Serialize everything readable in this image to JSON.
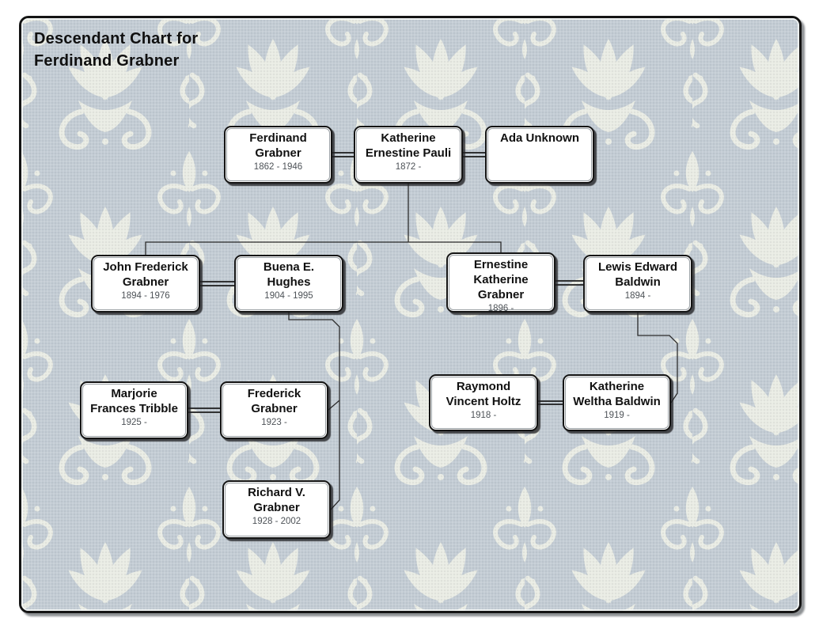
{
  "title": {
    "line1": "Descendant Chart for",
    "line2": "Ferdinand Grabner"
  },
  "persons": [
    {
      "id": "ferdinand-grabner",
      "name": "Ferdinand\nGrabner",
      "dates": "1862 - 1946"
    },
    {
      "id": "katherine-ernestine-pauli",
      "name": "Katherine\nErnestine Pauli",
      "dates": "1872 -"
    },
    {
      "id": "ada-unknown",
      "name": "Ada Unknown",
      "dates": ""
    },
    {
      "id": "john-frederick-grabner",
      "name": "John Frederick\nGrabner",
      "dates": "1894 - 1976"
    },
    {
      "id": "buena-e-hughes",
      "name": "Buena E.\nHughes",
      "dates": "1904 - 1995"
    },
    {
      "id": "ernestine-katherine-grabner",
      "name": "Ernestine\nKatherine\nGrabner",
      "dates": "1896 -"
    },
    {
      "id": "lewis-edward-baldwin",
      "name": "Lewis Edward\nBaldwin",
      "dates": "1894 -"
    },
    {
      "id": "marjorie-frances-tribble",
      "name": "Marjorie\nFrances Tribble",
      "dates": "1925 -"
    },
    {
      "id": "frederick-grabner",
      "name": "Frederick\nGrabner",
      "dates": "1923 -"
    },
    {
      "id": "raymond-vincent-holtz",
      "name": "Raymond\nVincent Holtz",
      "dates": "1918 -"
    },
    {
      "id": "katherine-weltha-baldwin",
      "name": "Katherine\nWeltha Baldwin",
      "dates": "1919 -"
    },
    {
      "id": "richard-v-grabner",
      "name": "Richard V.\nGrabner",
      "dates": "1928 - 2002"
    }
  ],
  "colors": {
    "wallpaper_base": "#c3ccd4",
    "wallpaper_motif": "#e9ece4",
    "box_fill": "#ffffff",
    "box_border": "#141414",
    "connector_line": "#2b2b2b",
    "name_text": "#111111",
    "date_text": "#4d5257"
  }
}
